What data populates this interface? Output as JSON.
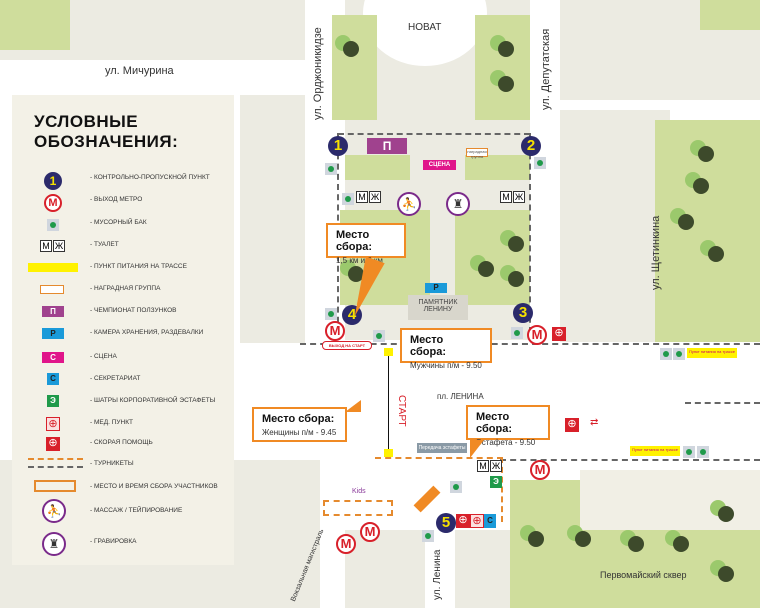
{
  "map": {
    "landmarks": {
      "novat": "НОВАТ",
      "monument": "ПАМЯТНИК ЛЕНИНУ",
      "square": "пл. ЛЕНИНА",
      "park": "Первомайский сквер",
      "kids": "Kids",
      "start": "СТАРТ",
      "exit_to_start": "ВЫХОД НА СТАРТ",
      "relay_handover": "Передача эстафеты",
      "stage": "СЦЕНА"
    },
    "streets": {
      "michurina": "ул. Мичурина",
      "ordzhonikidze": "ул. Орджоникидзе",
      "deputatskaya": "ул. Депутатская",
      "shchetinkina": "ул. Щетинкина",
      "lenina": "ул. Ленина",
      "vokzalnaya": "Вокзальная магистраль"
    },
    "checkpoints": [
      "1",
      "2",
      "3",
      "4",
      "5"
    ],
    "icons": {
      "metro": "М",
      "toilet_m": "М",
      "toilet_w": "Ж",
      "crawl": "П",
      "storage": "Р",
      "secretariat": "С",
      "relay": "Э",
      "food": "Пункт питания на трассе",
      "award": "наградная группа",
      "med": "⊕"
    },
    "callouts": [
      {
        "title": "Место сбора:",
        "text": "1,5 км и 3 км"
      },
      {
        "title": "Место сбора:",
        "text": "Мужчины п/м - 9.50"
      },
      {
        "title": "Место сбора:",
        "text": "Женщины п/м - 9.45"
      },
      {
        "title": "Место сбора:",
        "text": "Эстафета - 9.50"
      }
    ],
    "colors": {
      "checkpoint": "#2b2a6b",
      "metro": "#d8202a",
      "callout": "#f08a24",
      "park": "#cfdd9c"
    }
  },
  "legend": {
    "title_line1": "УСЛОВНЫЕ",
    "title_line2": "ОБОЗНАЧЕНИЯ:",
    "items": [
      {
        "label": "КОНТРОЛЬНО-ПРОПУСКНОЙ ПУНКТ",
        "icon": "checkpoint-icon"
      },
      {
        "label": "ВЫХОД МЕТРО",
        "icon": "metro-icon"
      },
      {
        "label": "МУСОРНЫЙ БАК",
        "icon": "trash-bin-icon"
      },
      {
        "label": "ТУАЛЕТ",
        "icon": "toilet-icon"
      },
      {
        "label": "ПУНКТ ПИТАНИЯ НА ТРАССЕ",
        "icon": "food-point-icon"
      },
      {
        "label": "НАГРАДНАЯ ГРУППА",
        "icon": "award-group-icon"
      },
      {
        "label": "ЧЕМПИОНАТ ПОЛЗУНКОВ",
        "icon": "crawl-icon"
      },
      {
        "label": "КАМЕРА ХРАНЕНИЯ, РАЗДЕВАЛКИ",
        "icon": "storage-icon"
      },
      {
        "label": "СЦЕНА",
        "icon": "stage-icon"
      },
      {
        "label": "СЕКРЕТАРИАТ",
        "icon": "secretariat-icon"
      },
      {
        "label": "ШАТРЫ КОРПОРАТИВНОЙ ЭСТАФЕТЫ",
        "icon": "relay-tent-icon"
      },
      {
        "label": "МЕД. ПУНКТ",
        "icon": "medical-point-icon"
      },
      {
        "label": "СКОРАЯ ПОМОЩЬ",
        "icon": "ambulance-icon"
      },
      {
        "label": "ТУРНИКЕТЫ",
        "icon": "turnstile-icon"
      },
      {
        "label": "МЕСТО И ВРЕМЯ СБОРА УЧАСТНИКОВ",
        "icon": "gathering-place-icon"
      },
      {
        "label": "МАССАЖ / ТЕЙПИРОВАНИЕ",
        "icon": "massage-icon"
      },
      {
        "label": "ГРАВИРОВКА",
        "icon": "engraving-icon"
      }
    ]
  }
}
